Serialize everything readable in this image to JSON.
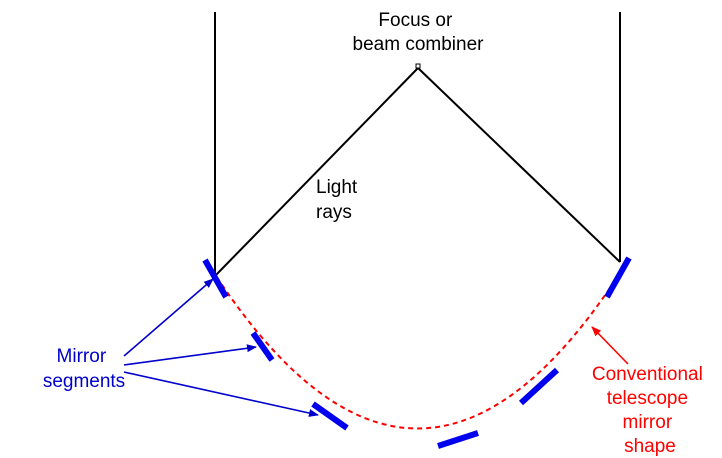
{
  "labels": {
    "focus": [
      "Focus or",
      "beam combiner"
    ],
    "light_rays": [
      "Light",
      "rays"
    ],
    "mirror_segments": [
      "Mirror",
      "segments"
    ],
    "conventional_mirror": [
      "Conventional",
      "telescope",
      "mirror",
      "shape"
    ]
  },
  "colors": {
    "rays": "#000000",
    "segments": "#0000ee",
    "conventional_curve": "#ff0000",
    "segment_label": "#0000cc",
    "conventional_label": "#ff0000"
  }
}
